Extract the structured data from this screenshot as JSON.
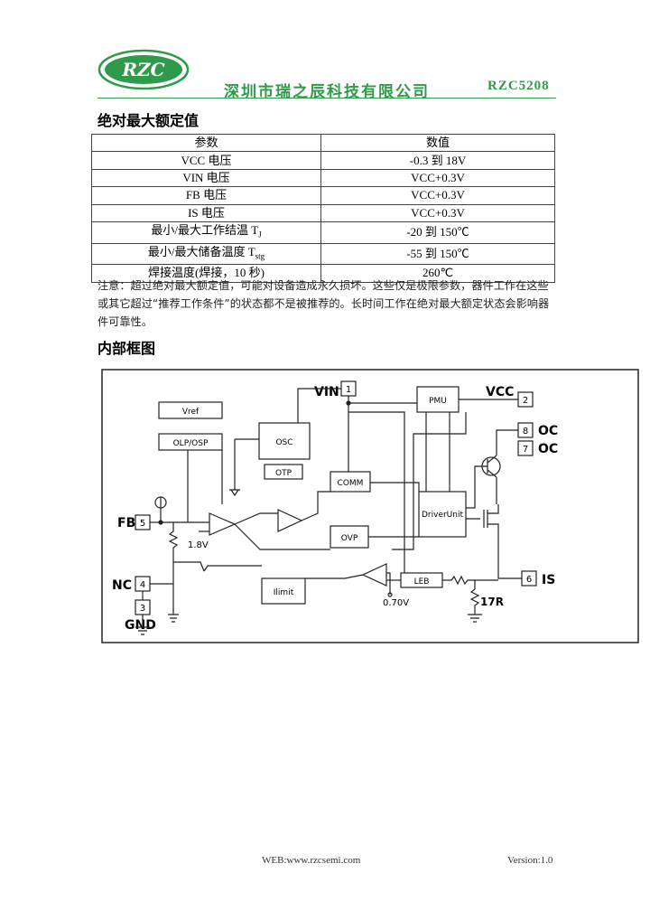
{
  "header": {
    "logo_text": "RZC",
    "company": "深圳市瑞之辰科技有限公司",
    "model": "RZC5208"
  },
  "section1": {
    "title": "绝对最大额定值",
    "columns": [
      "参数",
      "数值"
    ],
    "rows": [
      {
        "param": "VCC 电压",
        "value": "-0.3 到 18V"
      },
      {
        "param": "VIN  电压",
        "value": "VCC+0.3V"
      },
      {
        "param": "FB 电压",
        "value": "VCC+0.3V"
      },
      {
        "param": "IS 电压",
        "value": "VCC+0.3V"
      },
      {
        "param": "最小/最大工作结温 T",
        "sub": "J",
        "value": "-20 到 150℃"
      },
      {
        "param": "最小/最大储备温度 T",
        "sub": "stg",
        "value": "-55 到 150℃"
      },
      {
        "param": "焊接温度(焊接，10 秒)",
        "value": "260℃"
      }
    ],
    "note": "注意：超过绝对最大额定值，可能对设备造成永久损坏。这些仅是极限参数，器件工作在这些或其它超过“推荐工作条件”的状态都不是被推荐的。长时间工作在绝对最大额定状态会影响器件可靠性。"
  },
  "section2": {
    "title": "内部框图"
  },
  "diagram": {
    "blocks": {
      "vref": "Vref",
      "olp": "OLP/OSP",
      "osc": "OSC",
      "otp": "OTP",
      "comm": "COMM",
      "ovp": "OVP",
      "ilimit": "Ilimit",
      "pmu": "PMU",
      "driver": "DriverUnit",
      "leb": "LEB"
    },
    "pins": {
      "vin": {
        "name": "VIN",
        "num": "1"
      },
      "vcc": {
        "name": "VCC",
        "num": "2"
      },
      "oc8": {
        "name": "OC",
        "num": "8"
      },
      "oc7": {
        "name": "OC",
        "num": "7"
      },
      "fb": {
        "name": "FB",
        "num": "5"
      },
      "nc": {
        "name": "NC",
        "num": "4"
      },
      "gnd": {
        "name": "GND",
        "num": "3"
      },
      "is": {
        "name": "IS",
        "num": "6"
      }
    },
    "labels": {
      "ref_fb": "1.8V",
      "ref_cs": "0.70V",
      "resistor": "17R"
    }
  },
  "footer": {
    "web": "WEB:www.rzcsemi.com",
    "version": "Version:1.0"
  }
}
